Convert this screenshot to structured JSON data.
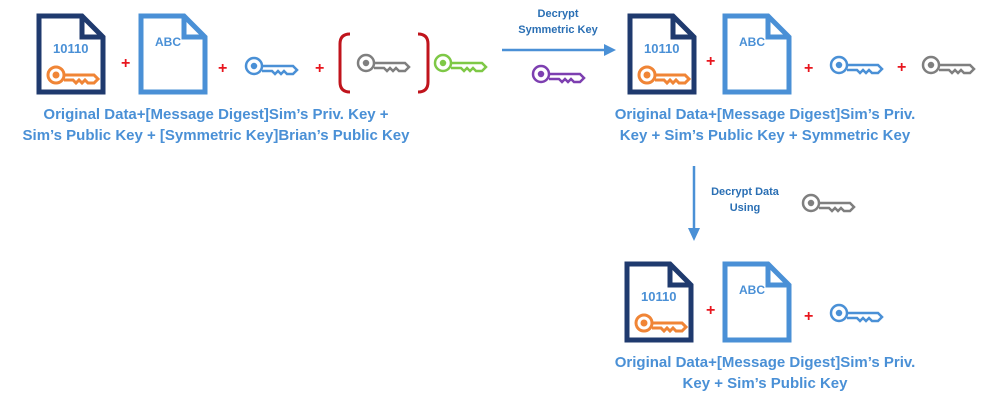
{
  "operators": {
    "plus": "+"
  },
  "docs": {
    "digest_text": "10110",
    "data_text": "ABC"
  },
  "keys": {
    "orange": "#f08536",
    "blue": "#4a90d6",
    "gray": "#7f7f7f",
    "green": "#7ec846",
    "purple": "#7d3fb0",
    "navy": "#1f3a6e",
    "bracket_red": "#c0141c"
  },
  "step1": {
    "caption_line1": "Original Data+[Message Digest]Sim’s Priv. Key +",
    "caption_line2": "Sim’s Public Key +  [Symmetric Key]Brian’s Public Key"
  },
  "arrow1": {
    "label_line1": "Decrypt",
    "label_line2": "Symmetric Key"
  },
  "step2": {
    "caption_line1": "Original Data+[Message Digest]Sim’s Priv.",
    "caption_line2": "Key + Sim’s Public Key +  Symmetric Key"
  },
  "arrow2": {
    "label_line1": "Decrypt Data",
    "label_line2": "Using"
  },
  "step3": {
    "caption_line1": "Original Data+[Message Digest]Sim’s Priv.",
    "caption_line2": "Key + Sim’s Public Key"
  }
}
